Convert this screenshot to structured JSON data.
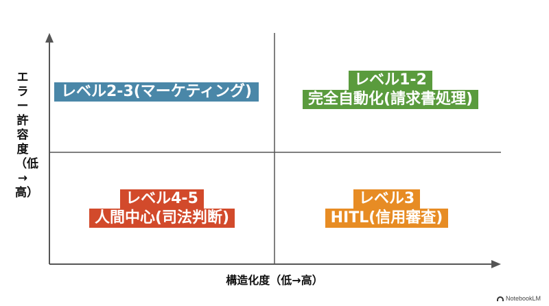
{
  "axes": {
    "y_label": "エラー許容度（低→高）",
    "x_label": "構造化度（低→高）"
  },
  "quadrants": {
    "top_left": {
      "lines": [
        "レベル2-3(マーケティング)"
      ],
      "color": "#4a87a8"
    },
    "top_right": {
      "lines": [
        "レベル1-2",
        "完全自動化(請求書処理)"
      ],
      "color": "#5a9b3d"
    },
    "bottom_left": {
      "lines": [
        "レベル4-5",
        "人間中心(司法判断)"
      ],
      "color": "#d24a2b"
    },
    "bottom_right": {
      "lines": [
        "レベル3",
        "HITL(信用審査)"
      ],
      "color": "#e78c24"
    }
  },
  "watermark": {
    "text": "NotebookLM"
  }
}
